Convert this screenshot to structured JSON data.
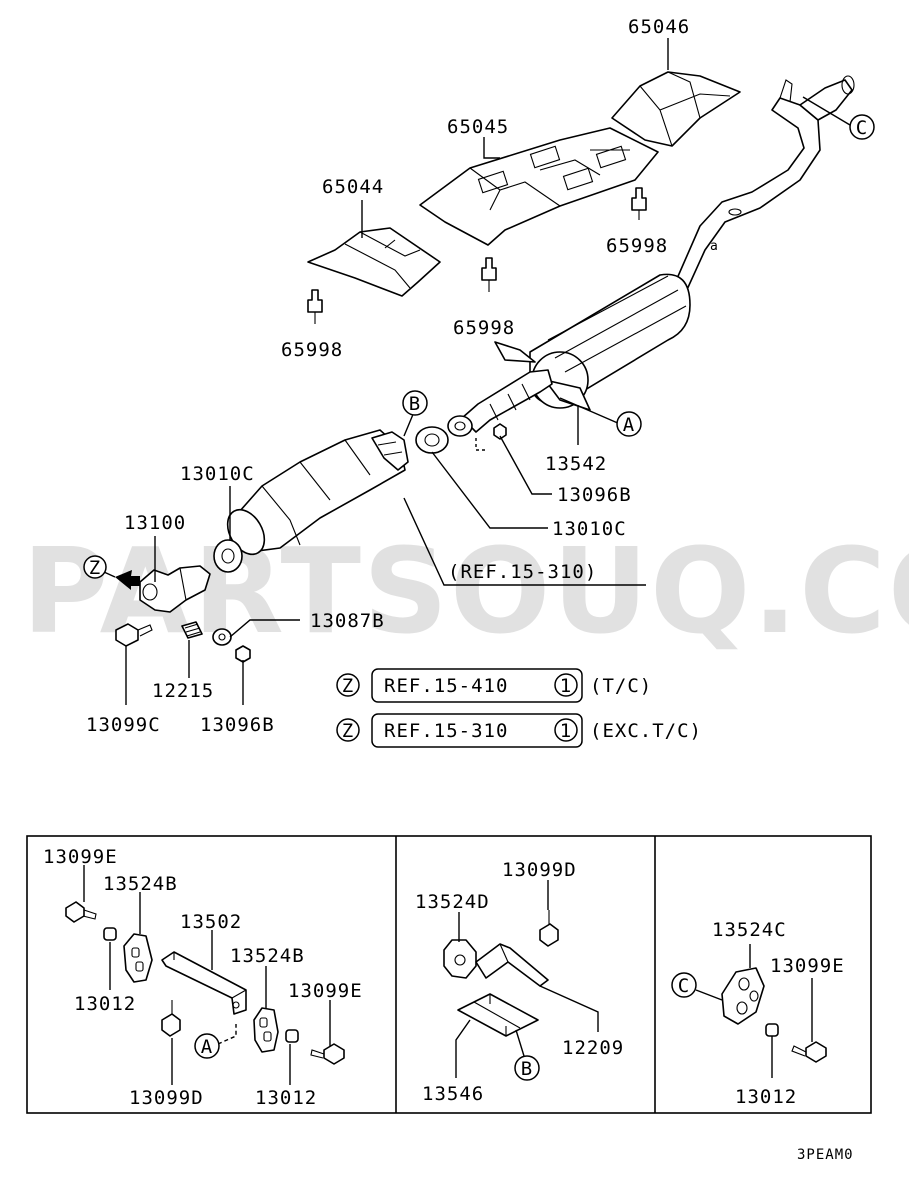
{
  "watermark": "PARTSOUQ.COM",
  "diagram_code": "3PEAM0",
  "parts": {
    "p65046": "65046",
    "p65045": "65045",
    "p65044": "65044",
    "p65998_a": "65998",
    "p65998_b": "65998",
    "p65998_c": "65998",
    "p13542": "13542",
    "p13096b_a": "13096B",
    "p13010c_a": "13010C",
    "p13010c_b": "13010C",
    "p13100": "13100",
    "p13087b": "13087B",
    "p12215": "12215",
    "p13099c": "13099C",
    "p13096b_b": "13096B",
    "ref_catalyst": "(REF.15-310)"
  },
  "markers": {
    "A": "A",
    "B": "B",
    "C": "C",
    "Z": "Z",
    "one": "1"
  },
  "references": [
    {
      "ref": "REF.15-410",
      "note": "(T/C)"
    },
    {
      "ref": "REF.15-310",
      "note": "(EXC.T/C)"
    }
  ],
  "detail_a": {
    "p13099e_a": "13099E",
    "p13524b_a": "13524B",
    "p13502": "13502",
    "p13524b_b": "13524B",
    "p13099e_b": "13099E",
    "p13012_a": "13012",
    "p13099d": "13099D",
    "p13012_b": "13012"
  },
  "detail_b": {
    "p13099d": "13099D",
    "p13524d": "13524D",
    "p12209": "12209",
    "p13546": "13546"
  },
  "detail_c": {
    "p13524c": "13524C",
    "p13099e": "13099E",
    "p13012": "13012"
  }
}
